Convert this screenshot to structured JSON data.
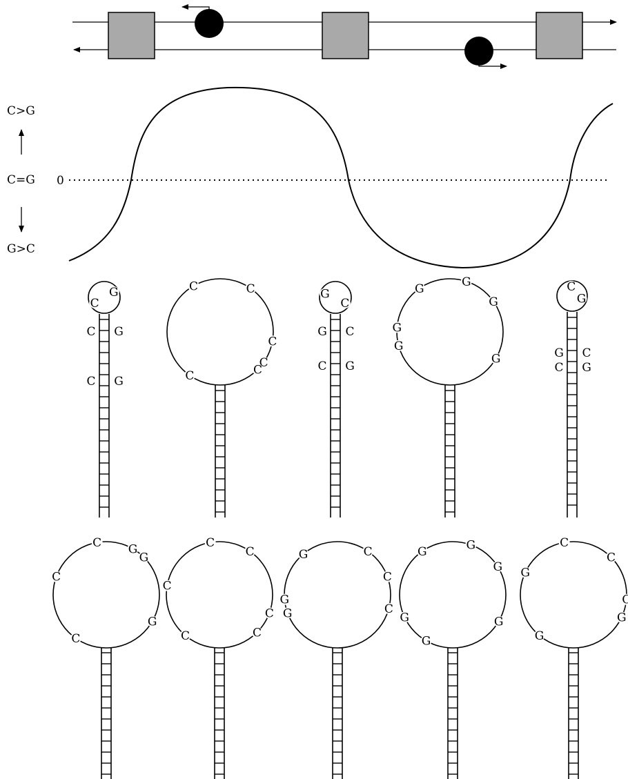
{
  "colors": {
    "stroke": "#000000",
    "block_fill": "#a9a9a9",
    "background": "#ffffff"
  },
  "skew_axis": {
    "top_label": "C>G",
    "middle_label": "C=G",
    "bottom_label": "G>C",
    "zero_label": "0"
  },
  "hairpins": [
    {
      "loop_bases": [
        "C",
        "G"
      ],
      "stem_pairs": [
        [
          "C",
          "G"
        ],
        [
          "C",
          "G"
        ]
      ]
    },
    {
      "loop_bases": [
        "C",
        "C",
        "C",
        "C",
        "C",
        "C"
      ],
      "stem_pairs": []
    },
    {
      "loop_bases": [
        "G",
        "C"
      ],
      "stem_pairs": [
        [
          "G",
          "C"
        ],
        [
          "C",
          "G"
        ]
      ]
    },
    {
      "loop_bases": [
        "G",
        "G",
        "G",
        "G",
        "G",
        "G"
      ],
      "stem_pairs": []
    },
    {
      "loop_bases": [
        "C",
        "G"
      ],
      "stem_pairs": [
        [
          "G",
          "C"
        ],
        [
          "C",
          "G"
        ]
      ]
    },
    {
      "loop_bases": [
        "C",
        "G",
        "G",
        "G",
        "C",
        "C"
      ],
      "stem_pairs": []
    },
    {
      "loop_bases": [
        "C",
        "C",
        "C",
        "C",
        "C",
        "C"
      ],
      "stem_pairs": []
    },
    {
      "loop_bases": [
        "G",
        "C",
        "C",
        "C",
        "G",
        "G"
      ],
      "stem_pairs": []
    },
    {
      "loop_bases": [
        "G",
        "G",
        "G",
        "G",
        "G",
        "G"
      ],
      "stem_pairs": []
    },
    {
      "loop_bases": [
        "C",
        "C",
        "C",
        "G",
        "G",
        "G"
      ],
      "stem_pairs": []
    }
  ]
}
